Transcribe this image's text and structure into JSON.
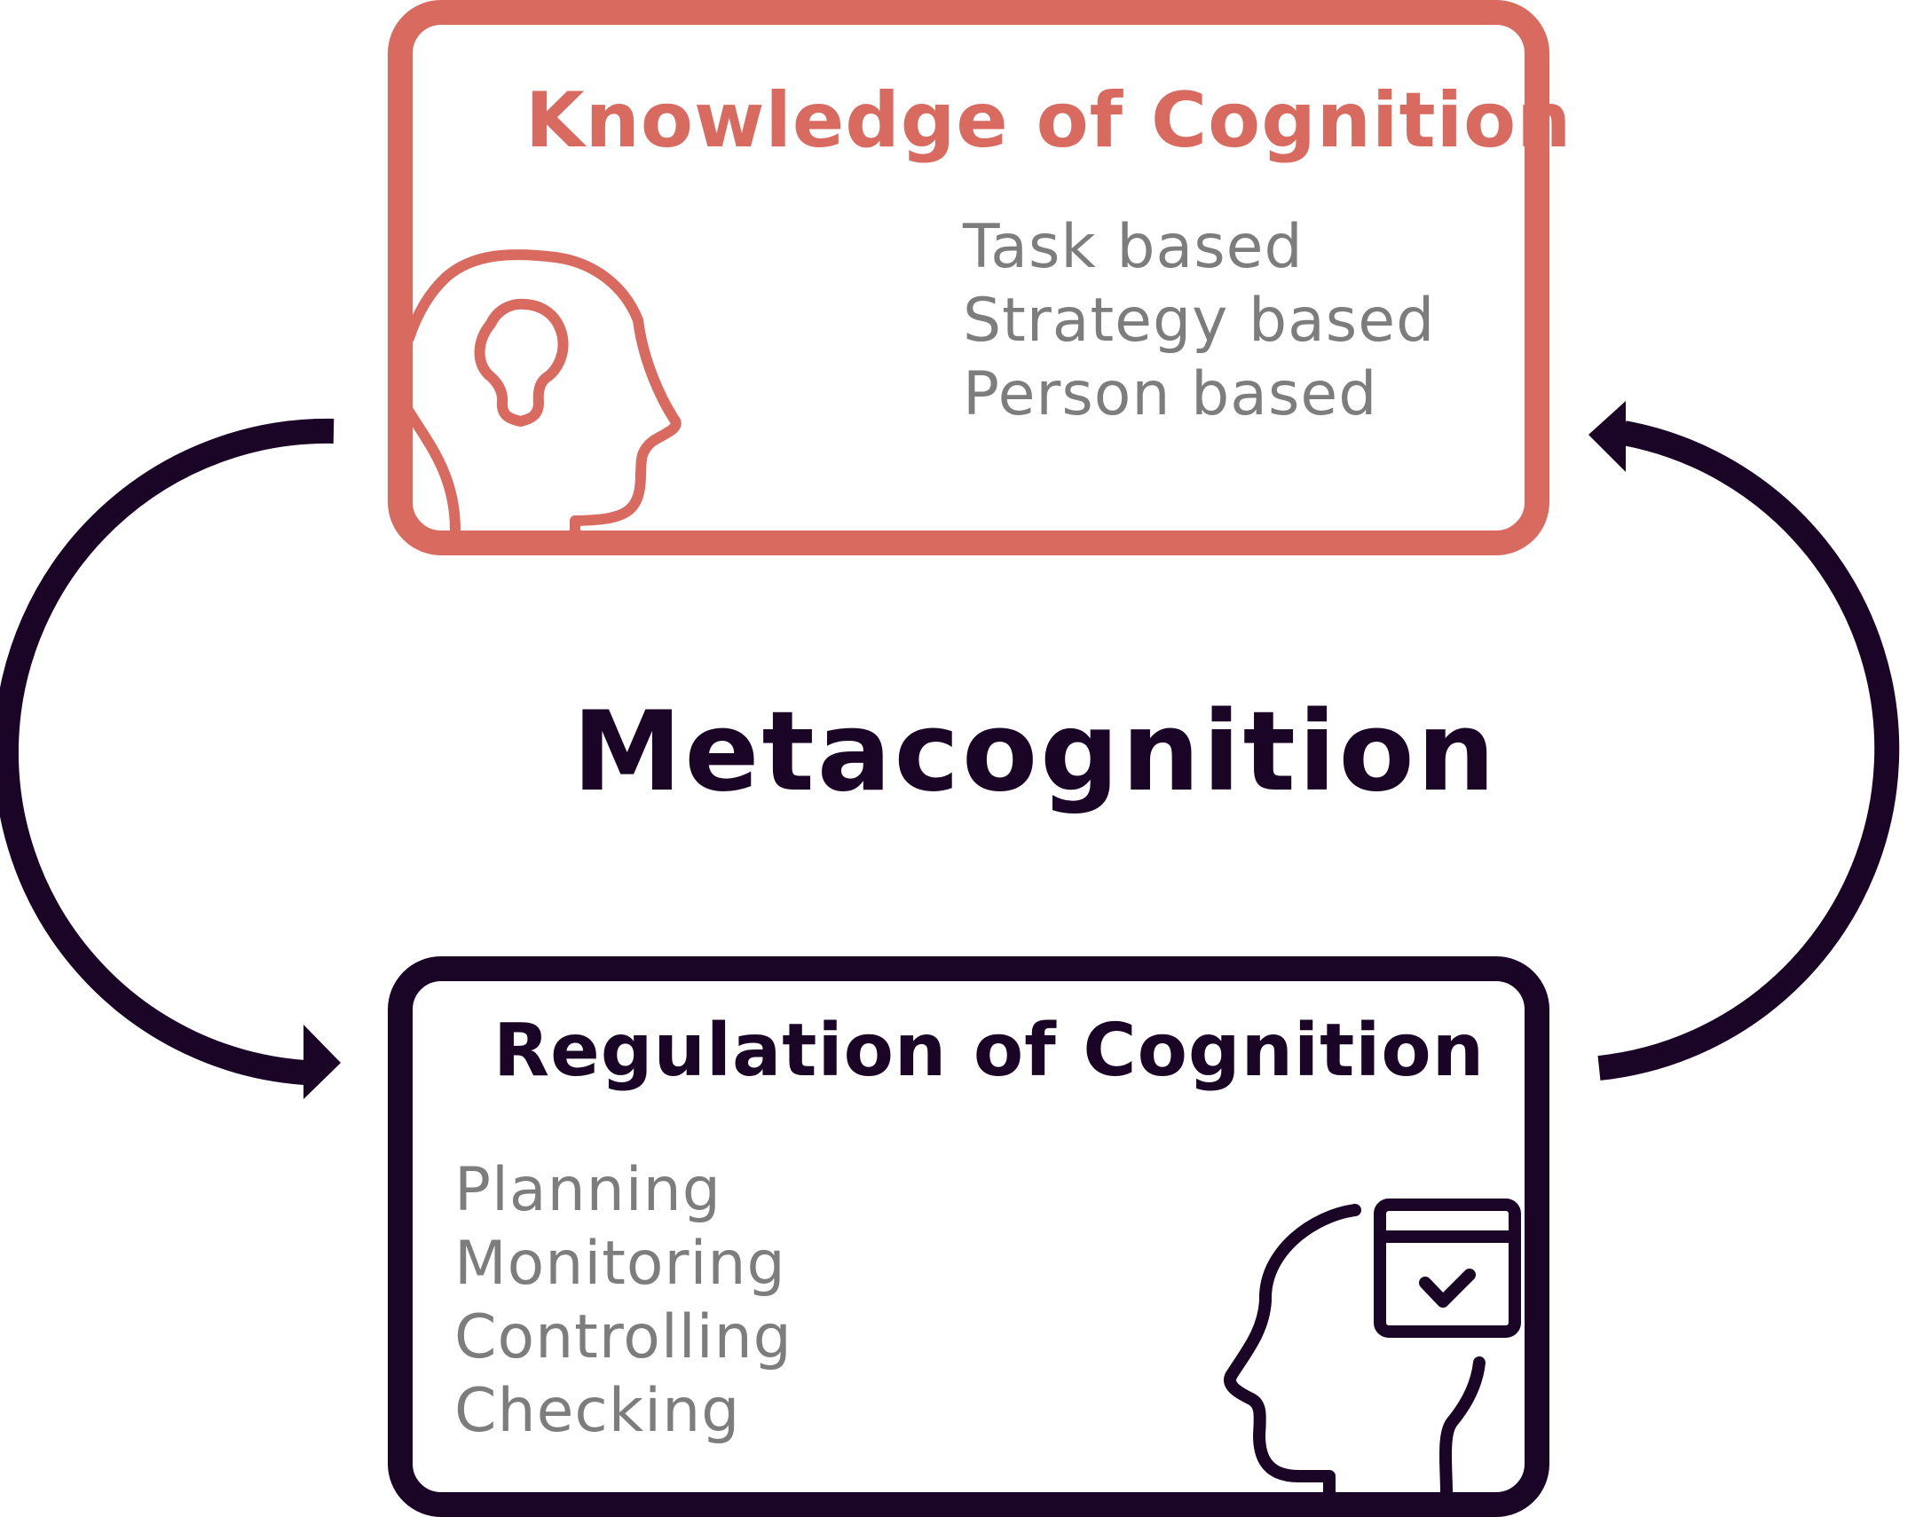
{
  "colors": {
    "accent": "#d96a60",
    "dark": "#1a0526",
    "muted": "#7d7d7d",
    "background": "#ffffff"
  },
  "title": "Metacognition",
  "knowledge": {
    "title": "Knowledge of Cognition",
    "items": [
      "Task based",
      "Strategy based",
      "Person based"
    ],
    "icon": "head-lightbulb-icon"
  },
  "regulation": {
    "title": "Regulation of Cognition",
    "items": [
      "Planning",
      "Monitoring",
      "Controlling",
      "Checking"
    ],
    "icon": "head-checklist-icon"
  }
}
